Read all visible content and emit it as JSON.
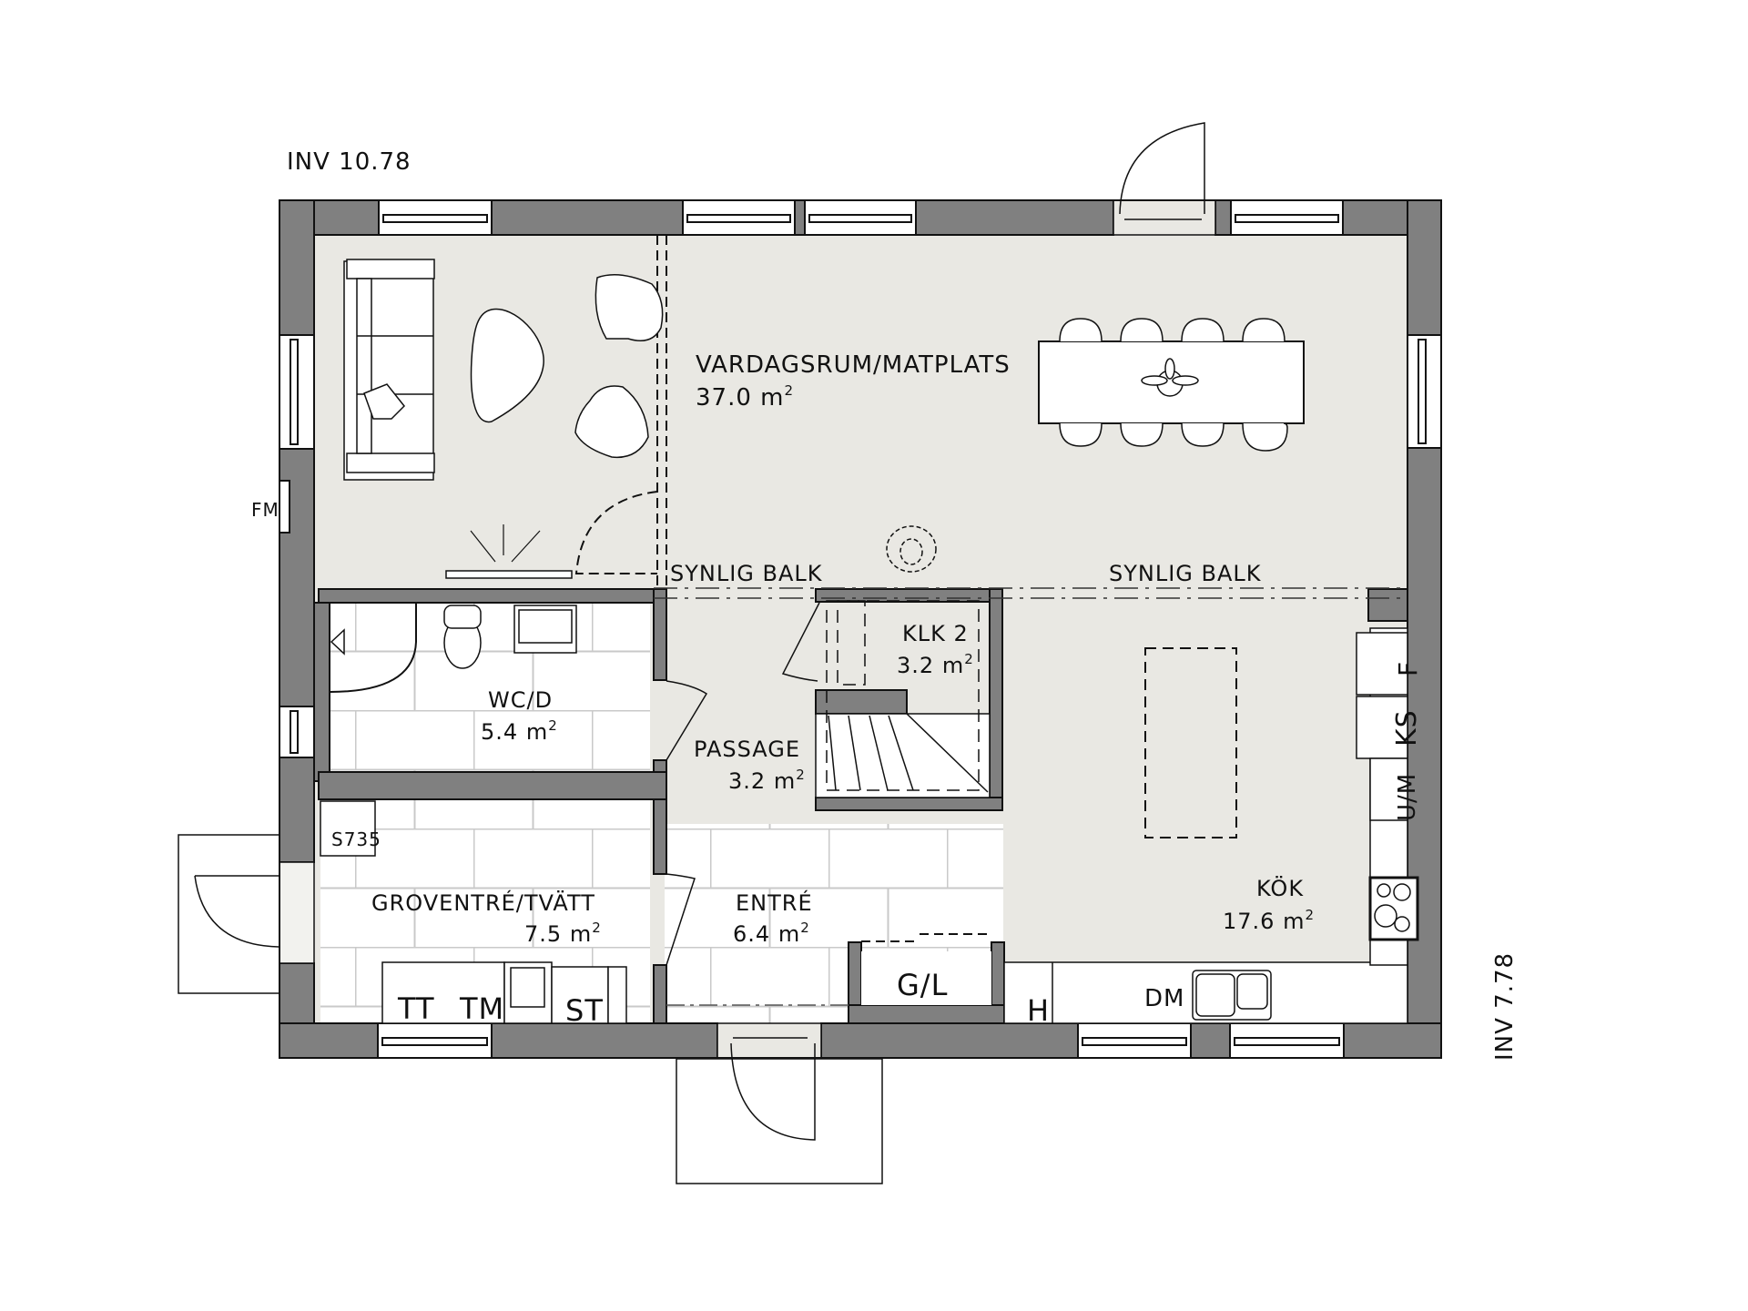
{
  "plan": {
    "title_left": "INV 10.78",
    "title_right": "INV 7.78",
    "meter_label": "FM",
    "beam_labels": [
      "SYNLIG BALK",
      "SYNLIG BALK"
    ],
    "area_unit": "m",
    "area_exp": "2",
    "colors": {
      "wall": "#808080",
      "floor": "#e9e8e3",
      "tile": "#ffffff",
      "tile_line": "#c9c9c9",
      "line": "#111111"
    }
  },
  "rooms": {
    "living": {
      "name": "VARDAGSRUM/MATPLATS",
      "area": "37.0"
    },
    "wc": {
      "name": "WC/D",
      "area": "5.4"
    },
    "closet": {
      "name": "KLK 2",
      "area": "3.2"
    },
    "passage": {
      "name": "PASSAGE",
      "area": "3.2"
    },
    "mudroom": {
      "name": "GROVENTRÉ/TVÄTT",
      "area": "7.5"
    },
    "entry": {
      "name": "ENTRÉ",
      "area": "6.4"
    },
    "kitchen": {
      "name": "KÖK",
      "area": "17.6"
    }
  },
  "fixtures": {
    "boiler": "S735",
    "dryer": "TT",
    "washer": "TM",
    "cabinet": "ST",
    "wardrobe": "G/L",
    "kitchen_h": "H",
    "dishwasher": "DM",
    "fridge": "F",
    "freezer": "KS",
    "oven_micro": "U/M"
  }
}
